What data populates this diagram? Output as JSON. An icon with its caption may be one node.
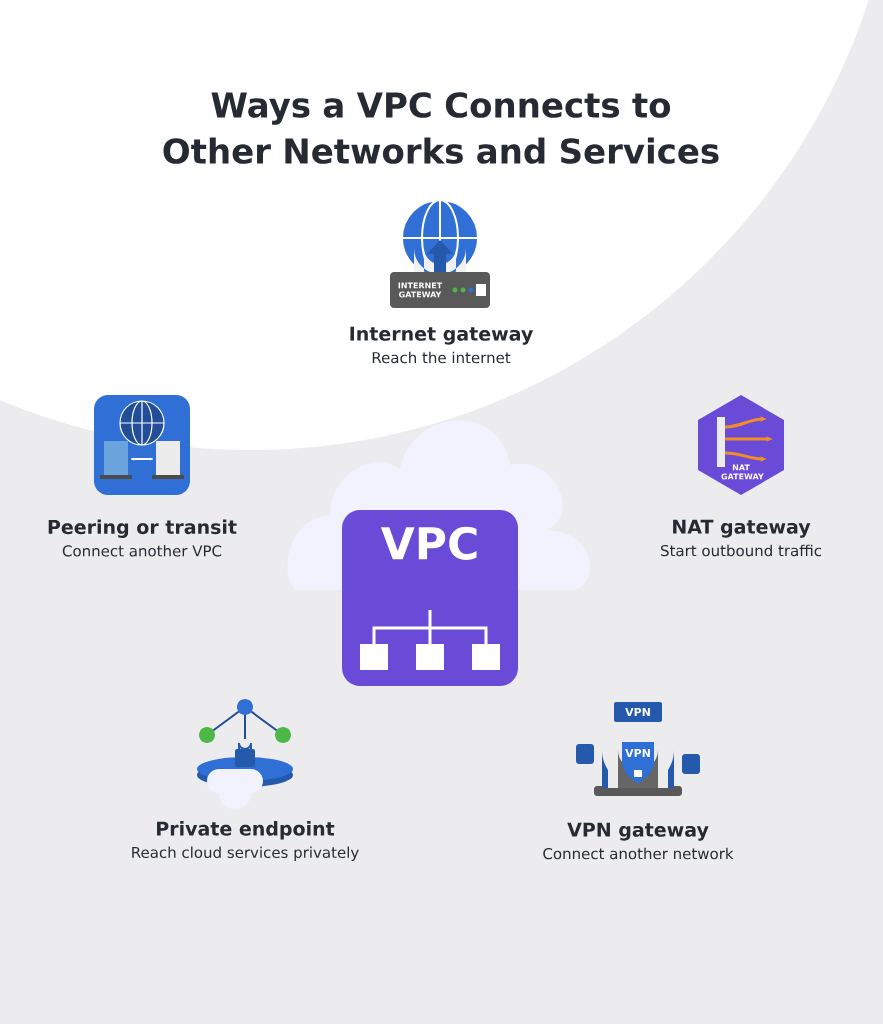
{
  "diagram": {
    "title": "Ways a VPC Connects to Other Networks and Services",
    "nodes": [
      {
        "text": [
          "VPC"
        ]
      },
      {
        "text": [
          "Internet gateway",
          "Reach the internet"
        ]
      },
      {
        "text": [
          "Peering or transit",
          "Connect another VPC"
        ]
      },
      {
        "text": [
          "NAT gateway",
          "Start outbound traffic"
        ]
      },
      {
        "text": [
          "Private endpoint",
          "Reach cloud services privately"
        ]
      },
      {
        "text": [
          "VPN gateway",
          "Connect another network"
        ]
      }
    ],
    "labels": [
      "INTERNET GATEWAY",
      "NAT GATEWAY",
      "VPN",
      "VPN"
    ]
  }
}
